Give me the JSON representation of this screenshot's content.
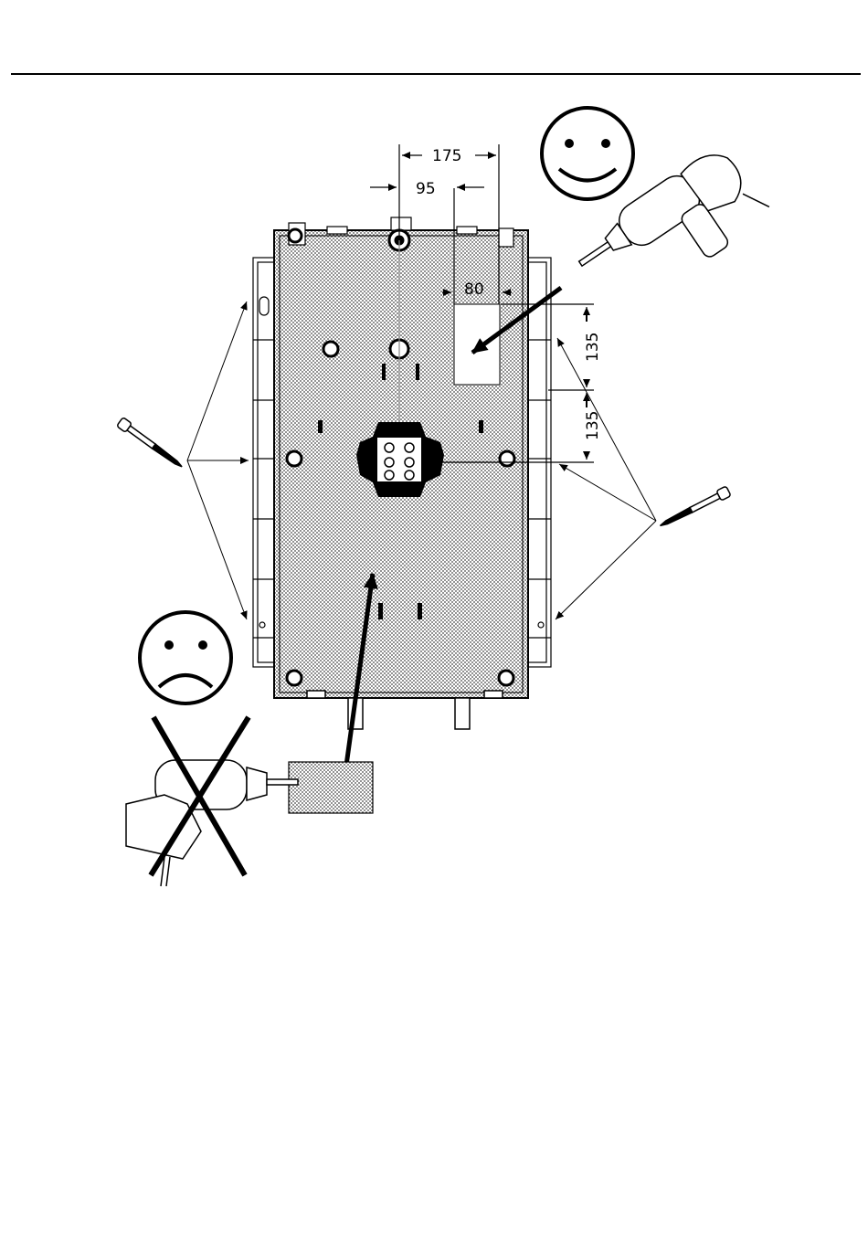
{
  "dimensions": {
    "width_175": "175",
    "width_95": "95",
    "width_80": "80",
    "height_135_upper": "135",
    "height_135_lower": "135"
  },
  "icons": {
    "happy_face": "smiley-happy-icon",
    "sad_face": "smiley-sad-icon",
    "drill_ok": "drill-icon",
    "drill_forbidden": "drill-crossed-icon",
    "screw": "screw-icon"
  },
  "colors": {
    "ink": "#000000",
    "pattern_dot": "#555555",
    "panel_fill": "#d9d9d9"
  }
}
